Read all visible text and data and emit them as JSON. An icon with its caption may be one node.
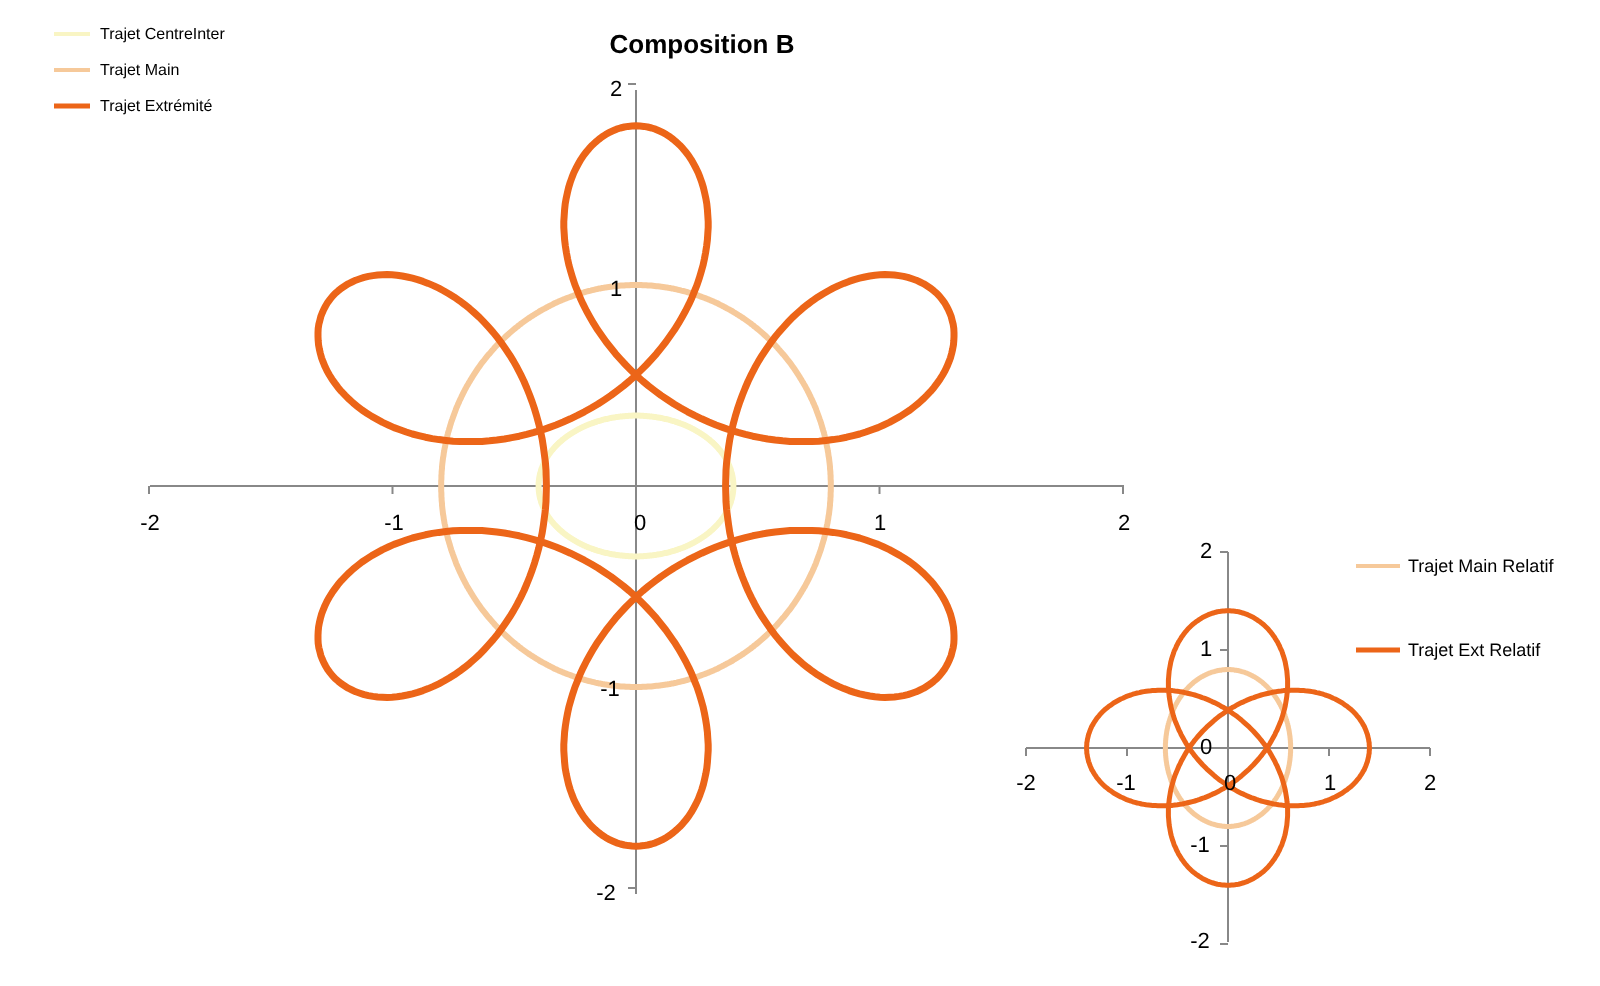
{
  "diagram": {
    "title": "Composition B",
    "labels": [
      "2",
      "1",
      "-2",
      "-1",
      "0",
      "1",
      "2",
      "-1",
      "-2",
      "2",
      "1",
      "-2",
      "-1",
      "0",
      "0",
      "1",
      "2",
      "-1",
      "-2"
    ],
    "legend": [
      {
        "text": "Trajet CentreInter"
      },
      {
        "text": "Trajet Main"
      },
      {
        "text": "Trajet Extrémité"
      },
      {
        "text": "Trajet Main Relatif"
      },
      {
        "text": "Trajet Ext Relatif"
      }
    ]
  }
}
